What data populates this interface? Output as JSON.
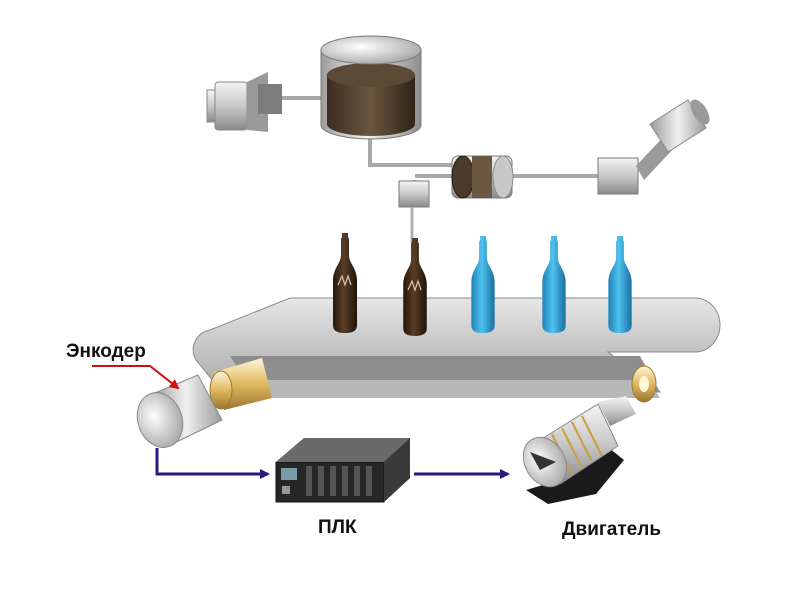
{
  "labels": {
    "encoder": "Энкодер",
    "plc": "ПЛК",
    "motor": "Двигатель"
  },
  "colors": {
    "signal_arrow": "#2a1a7a",
    "encoder_pointer": "#cc1111",
    "dark_bottle": "#3a2616",
    "blue_bottle": "#2aa6d6",
    "belt": "#c4c4c4",
    "tank_liquid": "#4a3b2a"
  },
  "bottles": [
    {
      "state": "filled"
    },
    {
      "state": "filling"
    },
    {
      "state": "empty"
    },
    {
      "state": "empty"
    },
    {
      "state": "empty"
    }
  ],
  "icons": [
    "tank-icon",
    "pump-motor-icon",
    "valve-icon",
    "actuator-icon",
    "filler-nozzle-icon",
    "conveyor-icon",
    "encoder-icon",
    "plc-icon",
    "motor-icon"
  ]
}
